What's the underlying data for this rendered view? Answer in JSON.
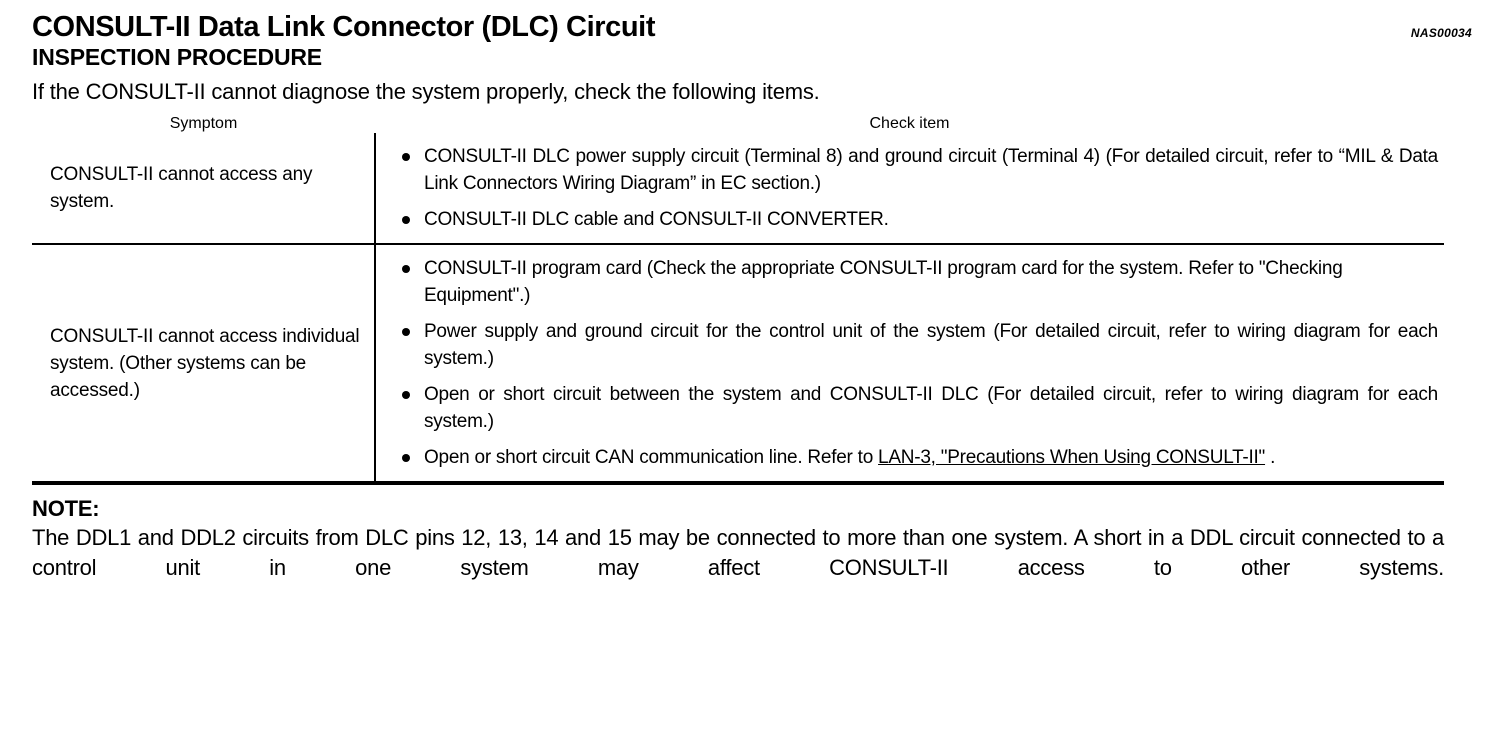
{
  "header": {
    "title": "CONSULT-II Data Link Connector (DLC) Circuit",
    "subtitle": "INSPECTION PROCEDURE",
    "code": "NAS00034",
    "intro": "If the CONSULT-II cannot diagnose the system properly, check the following items."
  },
  "table": {
    "columns": {
      "symptom": "Symptom",
      "check_item": "Check item"
    },
    "rows": [
      {
        "symptom": "CONSULT-II cannot access any system.",
        "items": [
          "CONSULT-II DLC power supply circuit (Terminal 8) and ground circuit (Terminal 4) (For detailed circuit, refer to “MIL & Data Link Connectors Wiring Diagram” in EC section.)",
          "CONSULT-II DLC cable and CONSULT-II CONVERTER."
        ]
      },
      {
        "symptom": "CONSULT-II cannot access individual system. (Other systems can be accessed.)",
        "items": [
          "CONSULT-II program card (Check the appropriate CONSULT-II program card for the system. Refer to \"Checking Equipment\".)",
          "Power supply and ground circuit for the control unit of the system (For detailed circuit, refer to wiring diagram for each system.)",
          "Open or short circuit between the system and CONSULT-II DLC (For detailed circuit, refer to wiring diagram for each system.)"
        ],
        "last_item": {
          "prefix": "Open or short circuit CAN communication line. Refer to ",
          "link": "LAN-3, \"Precautions When Using CONSULT-II\"",
          "suffix": " ."
        }
      }
    ]
  },
  "note": {
    "heading": "NOTE:",
    "body": "The DDL1 and DDL2 circuits from DLC pins 12, 13, 14 and 15 may be connected to more than one system. A short in a DDL circuit connected to a control unit in one system may affect CONSULT-II access to other systems."
  }
}
